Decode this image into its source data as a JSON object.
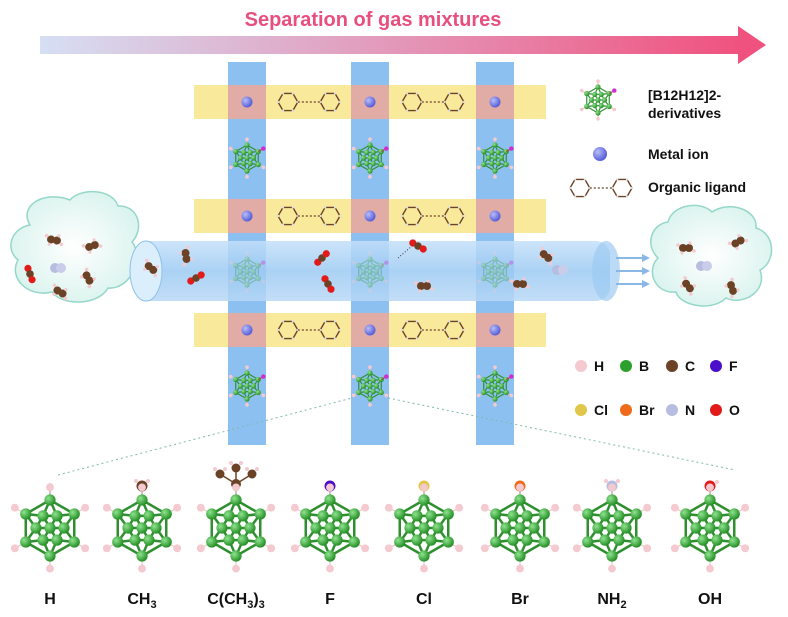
{
  "title": "Separation of gas mixtures",
  "legend": {
    "cluster_label_line1": "[B12H12]2-",
    "cluster_label_line2": "derivatives",
    "metal_ion": "Metal ion",
    "organic_ligand": "Organic ligand"
  },
  "elements": [
    {
      "symbol": "H",
      "color": "#f4c9cf"
    },
    {
      "symbol": "B",
      "color": "#2ca02c"
    },
    {
      "symbol": "C",
      "color": "#6b4226"
    },
    {
      "symbol": "F",
      "color": "#4b0fc9"
    },
    {
      "symbol": "Cl",
      "color": "#e0c74a"
    },
    {
      "symbol": "Br",
      "color": "#f06a1c"
    },
    {
      "symbol": "N",
      "color": "#b7bde0"
    },
    {
      "symbol": "O",
      "color": "#e11a1a"
    }
  ],
  "substituents": [
    "H",
    "CH3",
    "C(CH3)3",
    "F",
    "Cl",
    "Br",
    "NH2",
    "OH"
  ],
  "colors": {
    "title": "#e84f7f",
    "boron": "#2ca02c",
    "column": "#6fb0ec",
    "row": "#f7e27a",
    "channel": "#a9cff4",
    "metal": "#6f77e6"
  }
}
